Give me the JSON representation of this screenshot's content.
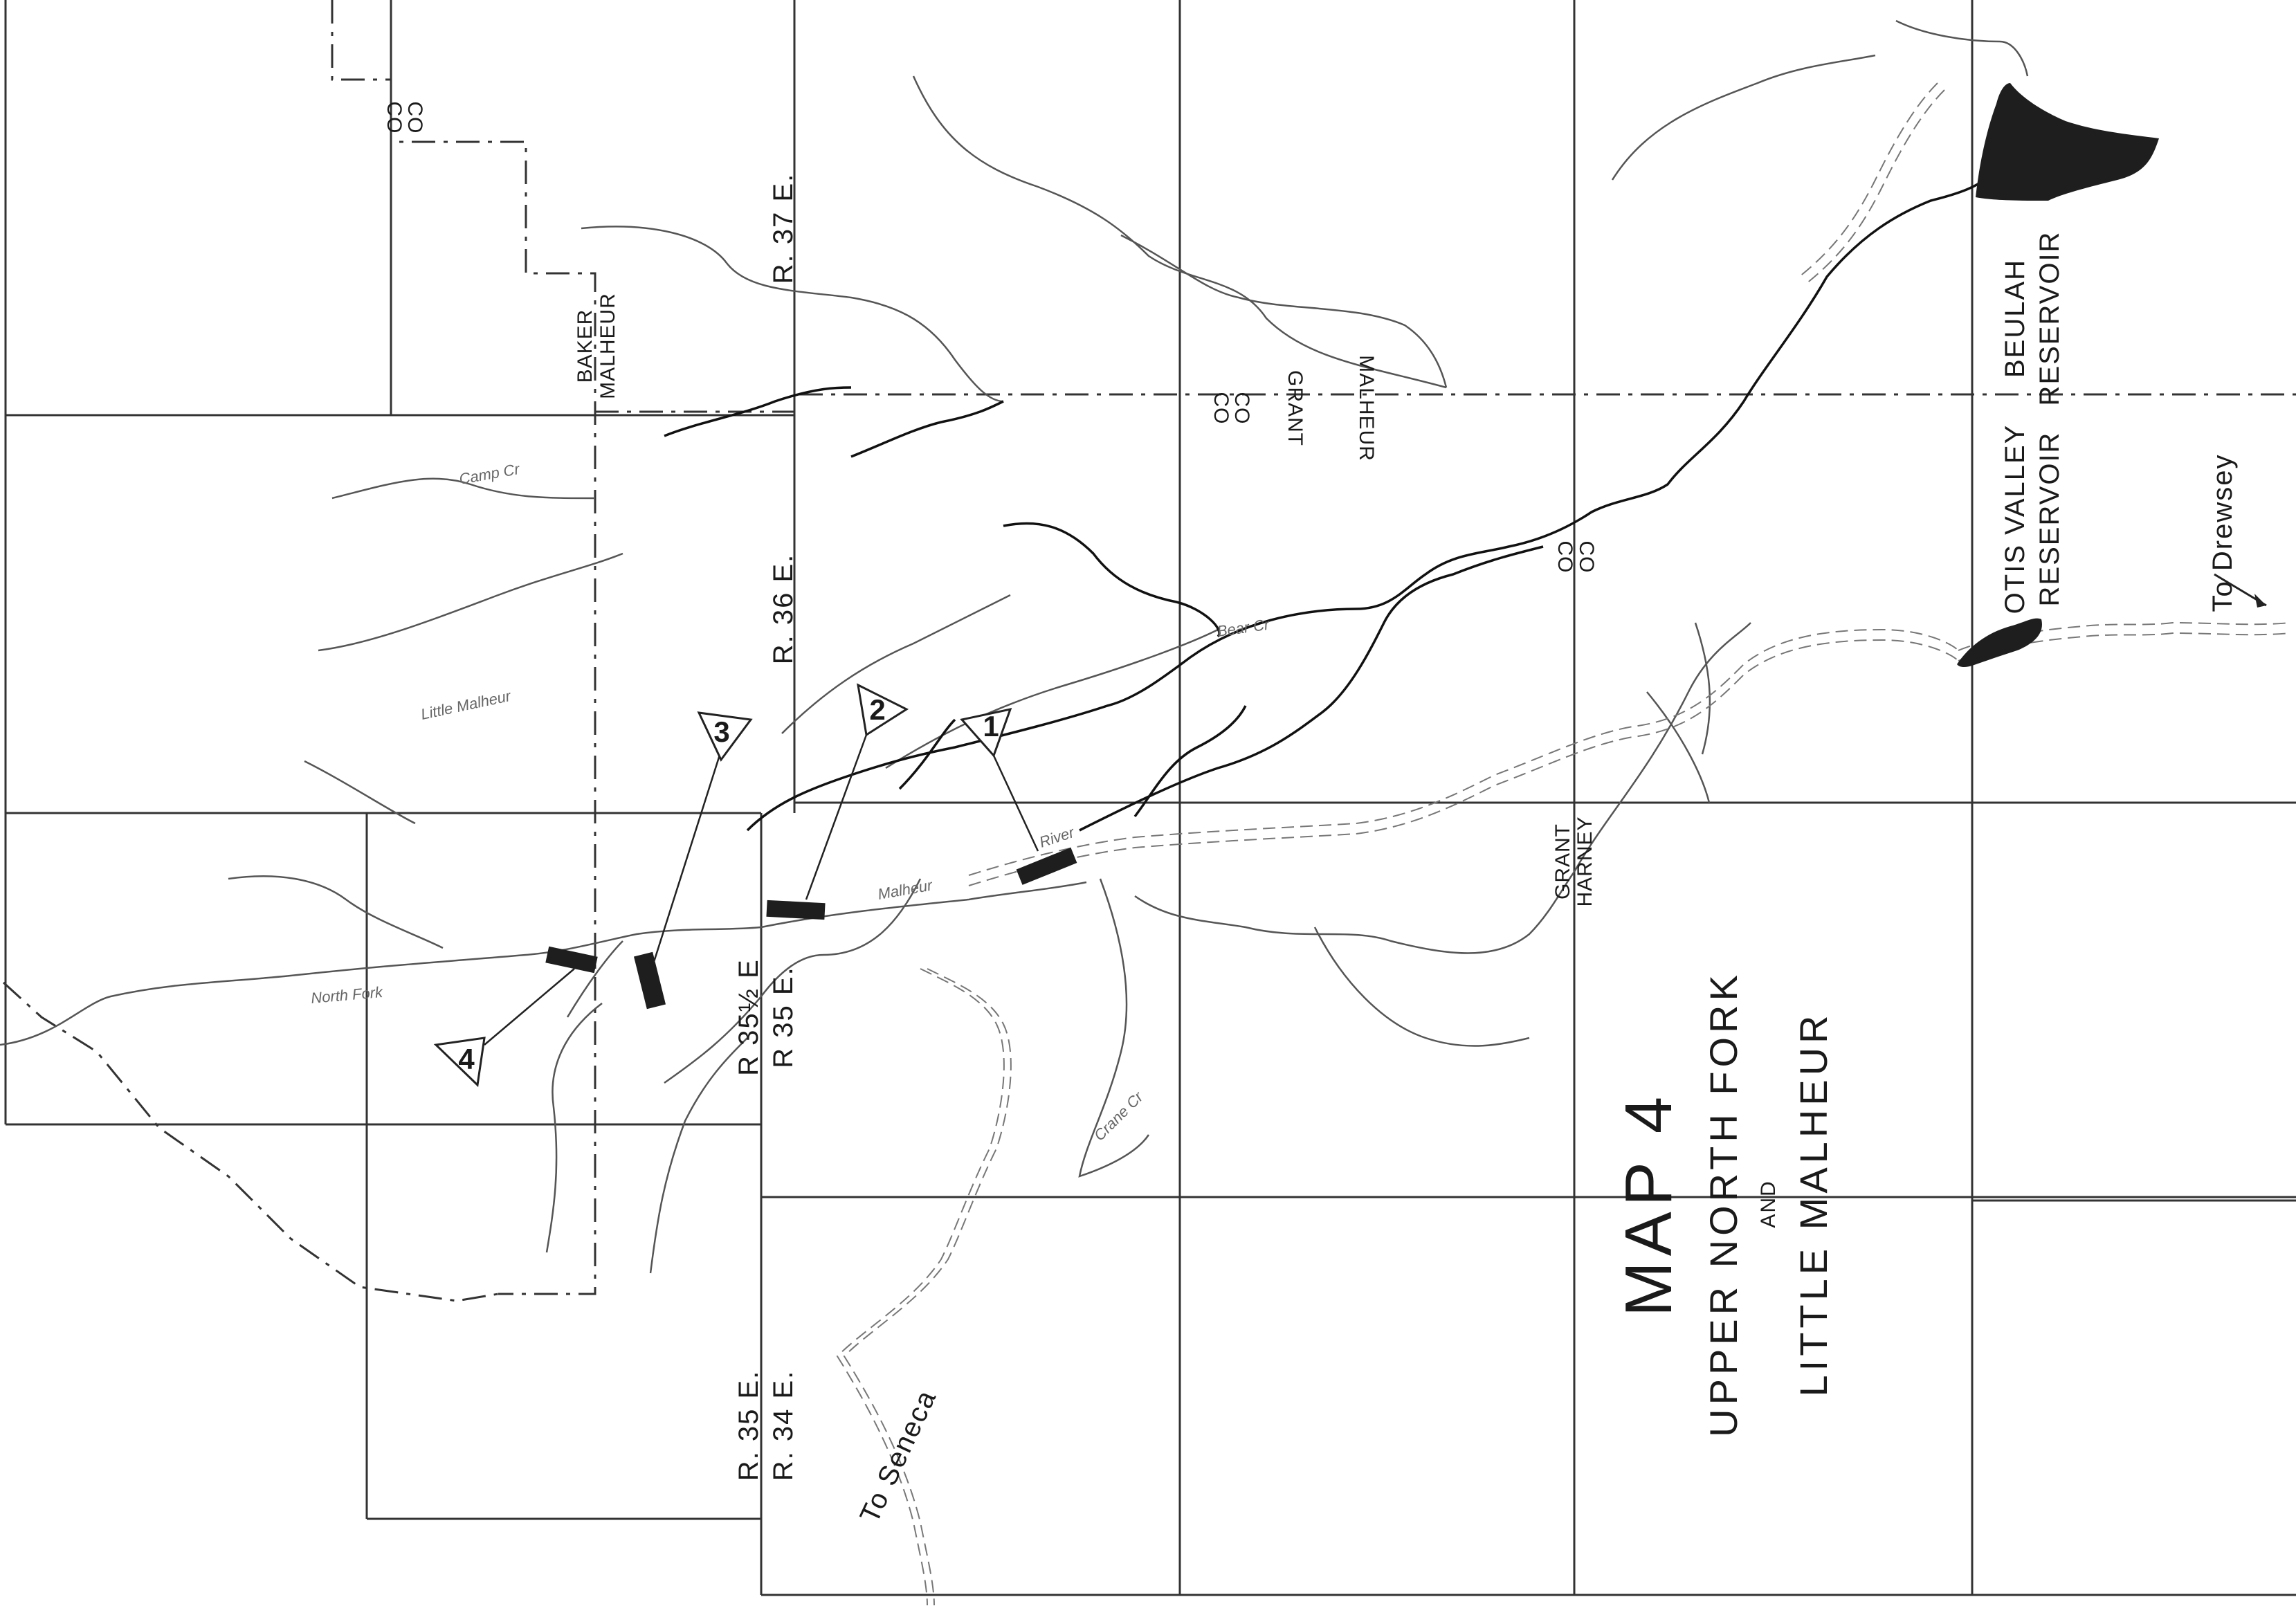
{
  "map": {
    "title": "MAP 4",
    "subtitle_line1": "UPPER NORTH FORK",
    "subtitle_and": "AND",
    "subtitle_line2": "LITTLE MALHEUR"
  },
  "reservoirs": {
    "beulah_line1": "BEULAH",
    "beulah_line2": "RESERVOIR",
    "otis_line1": "OTIS VALLEY",
    "otis_line2": "RESERVOIR"
  },
  "roads": {
    "drewsey": "To Drewsey",
    "seneca": "To Seneca"
  },
  "ranges": {
    "r37": "R. 37 E.",
    "r36": "R. 36 E.",
    "r35half": "R 35½ E",
    "r35": "R 35 E.",
    "r35b": "R. 35 E.",
    "r34": "R. 34 E."
  },
  "counties": {
    "co_top_a": "CO",
    "co_top_b": "CO",
    "baker": "BAKER",
    "malheur_a": "MALHEUR",
    "grant_a": "GRANT",
    "malheur_b": "MALHEUR",
    "co_mid_a": "CO",
    "co_mid_b": "CO",
    "co_right_a": "CO",
    "co_right_b": "CO",
    "grant_b": "GRANT",
    "harney": "HARNEY"
  },
  "streams": {
    "camp": "Camp Cr",
    "little_malheur": "Little Malheur",
    "north_fork": "North Fork",
    "river": "River",
    "malheur": "Malheur",
    "bear": "Bear Cr",
    "crane": "Crane Cr"
  },
  "sites": [
    "1",
    "2",
    "3",
    "4"
  ]
}
